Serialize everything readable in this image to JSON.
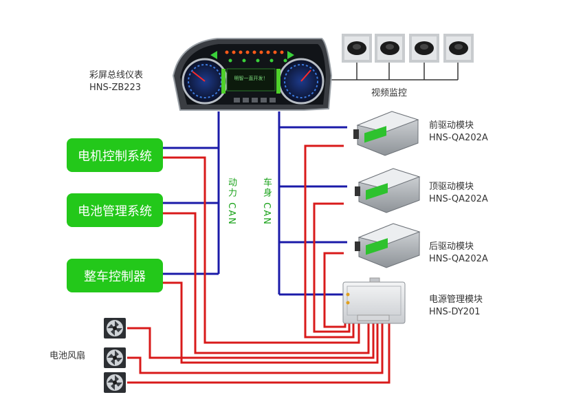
{
  "cluster": {
    "name": "彩屏总线仪表",
    "model": "HNS-ZB223",
    "screen_text": "明智一直开发！"
  },
  "cameras": {
    "label": "视频监控",
    "count": 4
  },
  "modules": [
    {
      "name": "前驱动模块",
      "model": "HNS-QA202A"
    },
    {
      "name": "顶驱动模块",
      "model": "HNS-QA202A"
    },
    {
      "name": "后驱动模块",
      "model": "HNS-QA202A"
    }
  ],
  "power": {
    "name": "电源管理模块",
    "model": "HNS-DY201"
  },
  "controllers": [
    "电机控制系统",
    "电池管理系统",
    "整车控制器"
  ],
  "bus": {
    "power_can": "动力 CAN",
    "body_can": "车身 CAN"
  },
  "fans": {
    "label": "电池风扇",
    "count": 3
  },
  "colors": {
    "can_line": "#1a1aa8",
    "power_line": "#d81a1a",
    "box_green": "#23c81a",
    "bus_text": "#1aa21a"
  }
}
